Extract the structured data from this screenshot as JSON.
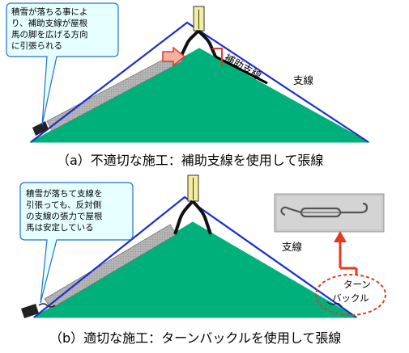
{
  "panel_a": {
    "callout_lines": [
      "積雪が落ちる事によ",
      "り、補助支線が屋根",
      "馬の脚を広げる方向",
      "に引張られる"
    ],
    "aux_wire_label": "補助支線",
    "wire_label": "支線",
    "caption": "（a）不適切な施工：補助支線を使用して張線"
  },
  "panel_b": {
    "callout_lines": [
      "積雪が落ちて支線を",
      "引張っても、反対側",
      "の支線の張力で屋根",
      "馬は安定している"
    ],
    "wire_label": "支線",
    "turnbuckle_label_lines": [
      "ターン",
      "バックル"
    ],
    "caption": "（b）適切な施工：ターンバックルを使用して張線"
  },
  "colors": {
    "roof_green": "#00b07a",
    "wire_blue": "#1a2fd0",
    "snow_gray": "#a9a9a9",
    "callout_fill": "#e6ffff",
    "callout_stroke": "#1f6fd0",
    "arrow_red": "#e23b1f",
    "mast_yellow": "#f4ee9c"
  }
}
